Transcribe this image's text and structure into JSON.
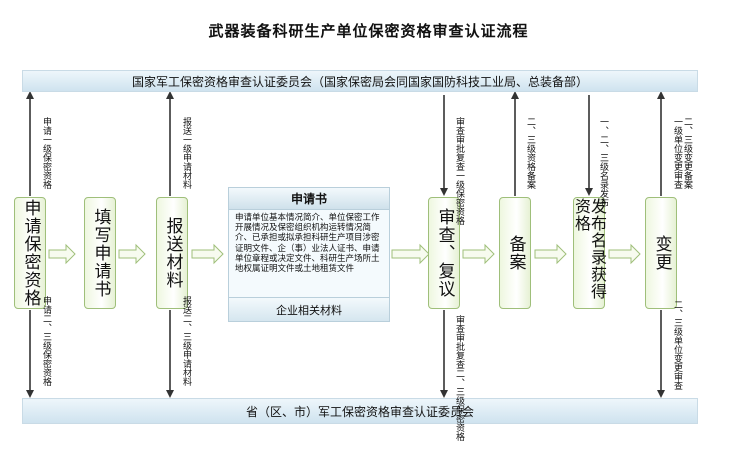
{
  "title": "武器装备科研生产单位保密资格审查认证流程",
  "top_band": "国家军工保密资格审查认证委员会（国家保密局会同国家国防科技工业局、总装备部）",
  "bottom_band": "省（区、市）军工保密资格审查认证委员会",
  "steps": [
    {
      "label": "申请保密资格"
    },
    {
      "label": "填写申请书"
    },
    {
      "label": "报送材料"
    },
    {
      "label": "审查、复议"
    },
    {
      "label": "备案"
    },
    {
      "label": "发布名录获得资格"
    },
    {
      "label": "变更"
    }
  ],
  "document": {
    "title": "申请书",
    "body": "申请单位基本情况简介、单位保密工作开展情况及保密组织机构运转情况简介、已承担或拟承担科研生产项目涉密证明文件、企（事）业法人证书、申请单位章程或决定文件、科研生产场所土地权属证明文件或土地租赁文件",
    "footer": "企业相关材料"
  },
  "notes": {
    "apply_up": "申请一级保密资格",
    "apply_down": "申请二、三级保密资格",
    "submit_up": "报送一级申请材料",
    "submit_down": "报送二、三级申请材料",
    "review_up": "审查审批复查一级保密资格",
    "review_down": "审查审批复查二、三级保密资格",
    "record_up": "二、三级资格备案",
    "publish_up": "一、二、三级名录发布",
    "change_up_a": "一级单位变更审查",
    "change_up_b": "二、三级变更备案",
    "change_down": "二、三级单位变更审查"
  }
}
